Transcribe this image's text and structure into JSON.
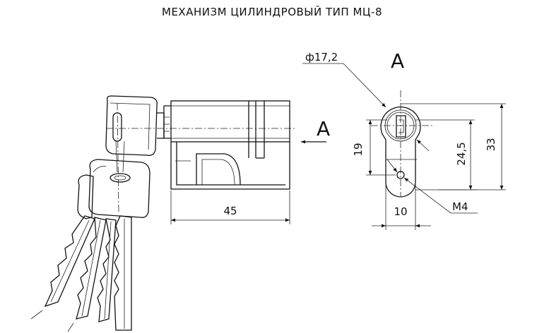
{
  "title": "МЕХАНИЗМ ЦИЛИНДРОВЫЙ ТИП МЦ-8",
  "view_label": "А",
  "section_arrow_label": "А",
  "dimensions": {
    "diameter": "ф17,2",
    "height_19": "19",
    "height_24_5": "24,5",
    "height_33": "33",
    "width_10": "10",
    "thread": "М4",
    "length_45": "45"
  }
}
